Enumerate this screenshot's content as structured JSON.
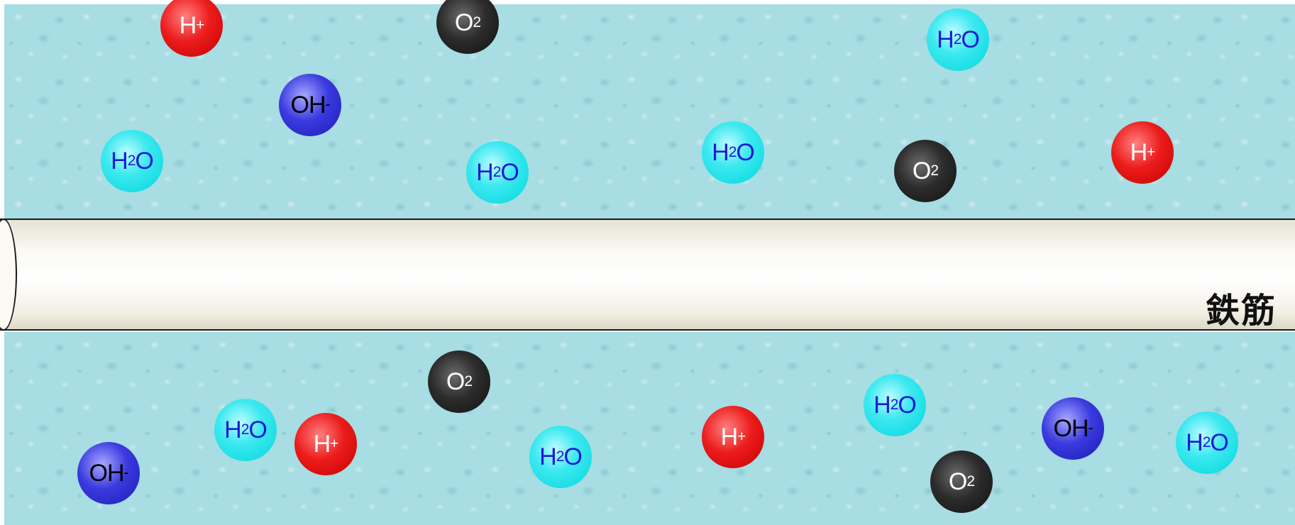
{
  "rebar": {
    "label": "鉄筋"
  },
  "labels": {
    "h2o": {
      "main": "H",
      "sub": "2",
      "tail": "O"
    },
    "hplus": {
      "main": "H",
      "sup": "+"
    },
    "o2": {
      "main": "O",
      "sub": "2"
    },
    "oh": {
      "main": "OH",
      "sup": "-"
    }
  },
  "colors": {
    "water": "#a7dde3",
    "h2o": "#00e0e6",
    "hplus": "#e81c1c",
    "o2": "#1f1f1f",
    "oh": "#2a2ad0",
    "h2o_text": "#1b1bd6"
  }
}
